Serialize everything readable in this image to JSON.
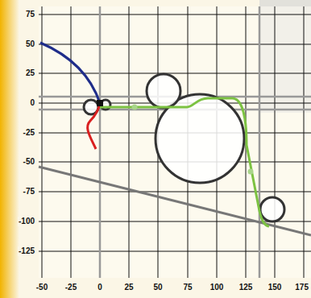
{
  "diagram": {
    "labels": [
      "75",
      "50",
      "25",
      "0",
      "-25",
      "-50",
      "-75",
      "-100",
      "-125",
      "-50",
      "-25",
      "0",
      "25",
      "50",
      "75",
      "100",
      "125",
      "150",
      "175"
    ]
  }
}
